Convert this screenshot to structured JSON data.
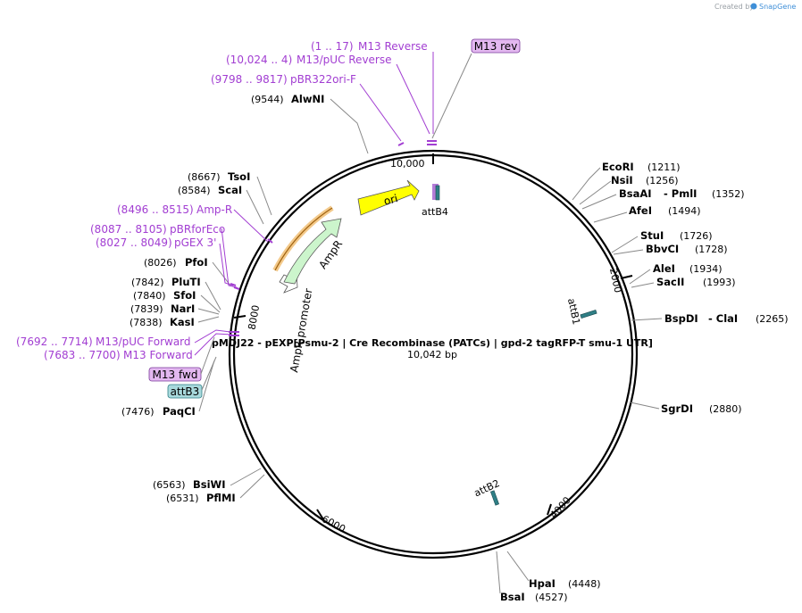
{
  "credit": {
    "created_by": "Created by",
    "brand": "SnapGene"
  },
  "plasmid": {
    "name": "pMDJ22 - pEXP[Psmu-2 | Cre Recombinase (PATCs) | gpd-2 tagRFP-T smu-1 UTR]",
    "size": "10,042 bp"
  },
  "ticks": [
    "10,000",
    "2000",
    "4000",
    "6000",
    "8000"
  ],
  "enzymes_right": [
    {
      "name": "EcoRI",
      "pos": "(1211)"
    },
    {
      "name": "NsiI",
      "pos": "(1256)"
    },
    {
      "name": "BsaAI",
      "extra": "- PmlI",
      "pos": "(1352)"
    },
    {
      "name": "AfeI",
      "pos": "(1494)"
    },
    {
      "name": "StuI",
      "pos": "(1726)"
    },
    {
      "name": "BbvCI",
      "pos": "(1728)"
    },
    {
      "name": "AleI",
      "pos": "(1934)"
    },
    {
      "name": "SacII",
      "pos": "(1993)"
    },
    {
      "name": "BspDI",
      "extra": "- ClaI",
      "pos": "(2265)"
    },
    {
      "name": "SgrDI",
      "pos": "(2880)"
    },
    {
      "name": "HpaI",
      "pos": "(4448)"
    },
    {
      "name": "BsaI",
      "pos": "(4527)"
    }
  ],
  "enzymes_left": [
    {
      "name": "AlwNI",
      "pos": "(9544)"
    },
    {
      "name": "TsoI",
      "pos": "(8667)"
    },
    {
      "name": "ScaI",
      "pos": "(8584)"
    },
    {
      "name": "PfoI",
      "pos": "(8026)"
    },
    {
      "name": "PluTI",
      "pos": "(7842)"
    },
    {
      "name": "SfoI",
      "pos": "(7840)"
    },
    {
      "name": "NarI",
      "pos": "(7839)"
    },
    {
      "name": "KasI",
      "pos": "(7838)"
    },
    {
      "name": "PaqCI",
      "pos": "(7476)"
    },
    {
      "name": "BsiWI",
      "pos": "(6563)"
    },
    {
      "name": "PflMI",
      "pos": "(6531)"
    }
  ],
  "primers": [
    {
      "range": "(1 .. 17)",
      "name": "M13 Reverse"
    },
    {
      "range": "(10,024 .. 4)",
      "name": "M13/pUC Reverse"
    },
    {
      "range": "(9798 .. 9817)",
      "name": "pBR322ori-F"
    },
    {
      "range": "(8496 .. 8515)",
      "name": "Amp-R"
    },
    {
      "range": "(8087 .. 8105)",
      "name": "pBRforEco"
    },
    {
      "range": "(8027 .. 8049)",
      "name": "pGEX 3'"
    },
    {
      "range": "(7692 .. 7714)",
      "name": "M13/pUC Forward"
    },
    {
      "range": "(7683 .. 7700)",
      "name": "M13 Forward"
    }
  ],
  "boxed_labels": {
    "m13rev": "M13 rev",
    "m13fwd": "M13 fwd",
    "attb3": "attB3"
  },
  "features": {
    "ori": "ori",
    "ampr": "AmpR",
    "amp_promoter": "AmpR promoter",
    "attb1": "attB1",
    "attb2": "attB2",
    "attb4": "attB4"
  },
  "colors": {
    "primer": "#a23ed2",
    "ori": "#ffff00",
    "ampr": "#ccf5cc",
    "amp_promoter": "#ffffff",
    "att": "#2f7f86",
    "boxed_primer": "#e3b8f0",
    "boxed_att": "#a8d9dc"
  }
}
